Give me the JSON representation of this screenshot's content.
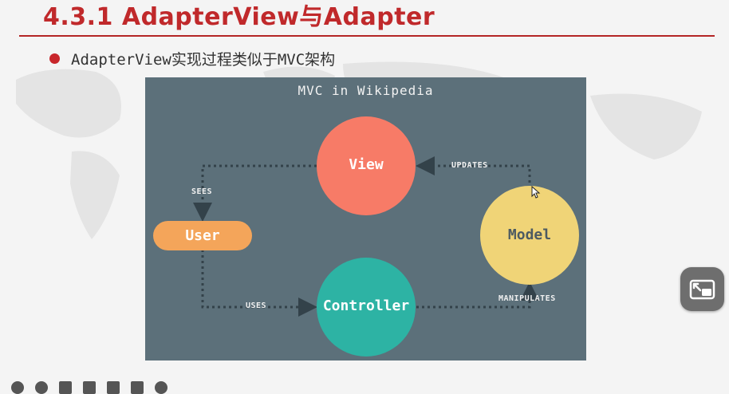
{
  "slide": {
    "title": "4.3.1  AdapterView与Adapter",
    "bullet": "AdapterView实现过程类似于MVC架构"
  },
  "diagram": {
    "title": "MVC in Wikipedia",
    "nodes": {
      "view": "View",
      "user": "User",
      "model": "Model",
      "controller": "Controller"
    },
    "edges": {
      "updates": "UPDATES",
      "sees": "SEES",
      "uses": "USES",
      "manipulates": "MANIPULATES"
    }
  },
  "colors": {
    "title_red": "#c0292b",
    "diagram_bg": "#5c707a",
    "view": "#f77b67",
    "user": "#f4a55a",
    "model": "#f0d477",
    "controller": "#2db3a4"
  },
  "icons": {
    "pip": "picture-in-picture-exit-icon",
    "cursor": "mouse-pointer-icon"
  }
}
